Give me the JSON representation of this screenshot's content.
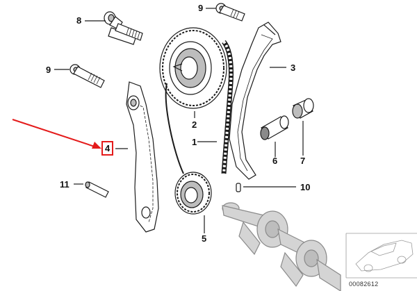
{
  "colors": {
    "line": "#1a1a1a",
    "shading": "#bdbdbd",
    "dark_shading": "#8a8a8a",
    "highlight": "#e41b1b"
  },
  "callouts": {
    "chain": "1",
    "camshaft_sprocket": "2",
    "tensioner_rail": "3",
    "guide_rail": "4",
    "crankshaft_sprocket": "5",
    "tensioner_piston": "6",
    "tensioner_cap": "7",
    "upper_bolt": "8",
    "bolt_top": "9",
    "bolt_left": "9",
    "dowel_pin_right": "10",
    "dowel_pin_left": "11"
  },
  "catalog_number": "00082612",
  "highlighted_part": "4"
}
